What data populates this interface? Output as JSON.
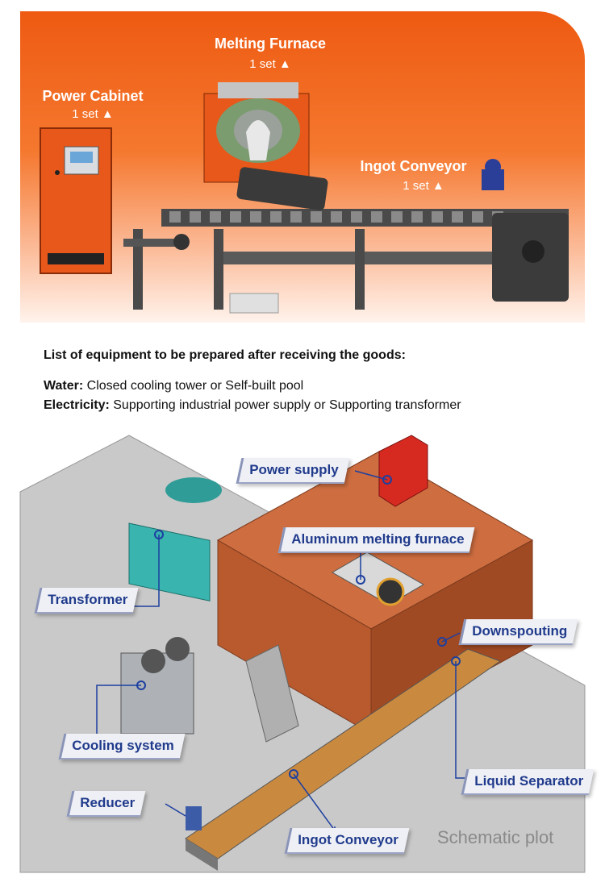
{
  "header": {
    "melting_furnace": {
      "label": "Melting Furnace",
      "qty": "1 set ▲"
    },
    "power_cabinet": {
      "label": "Power Cabinet",
      "qty": "1 set ▲"
    },
    "ingot_conveyor": {
      "label": "Ingot Conveyor",
      "qty": "1 set ▲"
    }
  },
  "requirements": {
    "title": "List of equipment to be prepared after receiving the goods:",
    "water_label": "Water:",
    "water_text": " Closed cooling tower or Self-built pool",
    "electricity_label": "Electricity:",
    "electricity_text": " Supporting industrial power supply or Supporting transformer"
  },
  "schematic": {
    "power_supply": "Power supply",
    "aluminum_furnace": "Aluminum melting furnace",
    "transformer": "Transformer",
    "downspouting": "Downspouting",
    "cooling_system": "Cooling system",
    "liquid_separator": "Liquid Separator",
    "reducer": "Reducer",
    "ingot_conveyor": "Ingot Conveyor",
    "caption": "Schematic plot"
  },
  "colors": {
    "accent": "#ee5a12",
    "tag_text": "#213b8c",
    "platform": "#c9663a"
  }
}
